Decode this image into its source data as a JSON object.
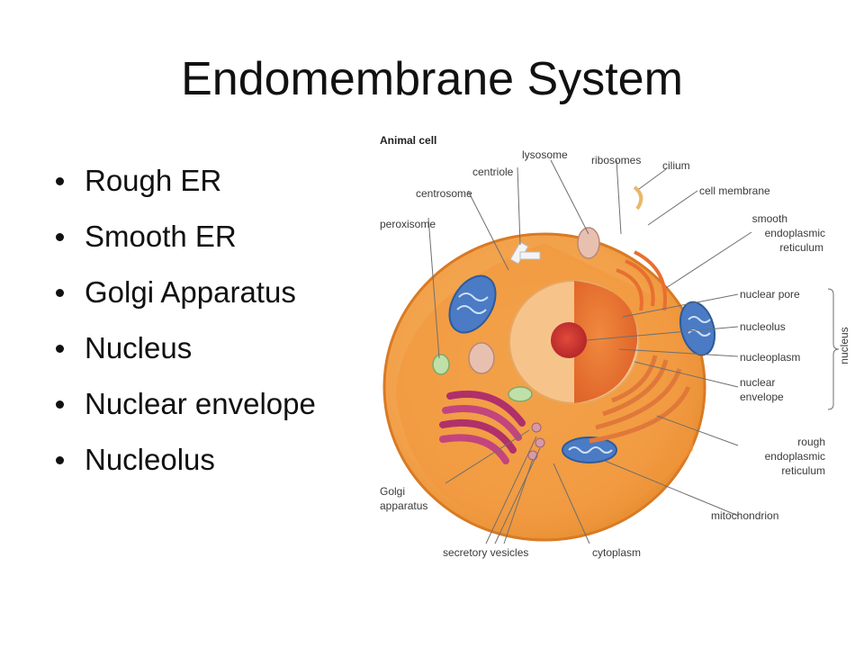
{
  "slide": {
    "title": "Endomembrane System",
    "bullets": [
      "Rough ER",
      "Smooth ER",
      "Golgi Apparatus",
      "Nucleus",
      "Nuclear envelope",
      "Nucleolus"
    ]
  },
  "diagram": {
    "title": "Animal cell",
    "labels": {
      "lysosome": "lysosome",
      "ribosomes": "ribosomes",
      "cilium": "cilium",
      "centriole": "centriole",
      "centrosome": "centrosome",
      "cell_membrane": "cell membrane",
      "peroxisome": "peroxisome",
      "smooth_er": [
        "smooth",
        "endoplasmic",
        "reticulum"
      ],
      "nuclear_pore": "nuclear pore",
      "nucleolus": "nucleolus",
      "nucleoplasm": "nucleoplasm",
      "nuclear_envelope": [
        "nuclear",
        "envelope"
      ],
      "nucleus_bracket": "nucleus",
      "rough_er": [
        "rough",
        "endoplasmic",
        "reticulum"
      ],
      "golgi": [
        "Golgi",
        "apparatus"
      ],
      "mitochondrion": "mitochondrion",
      "secretory_vesicles": "secretory vesicles",
      "cytoplasm": "cytoplasm"
    }
  }
}
